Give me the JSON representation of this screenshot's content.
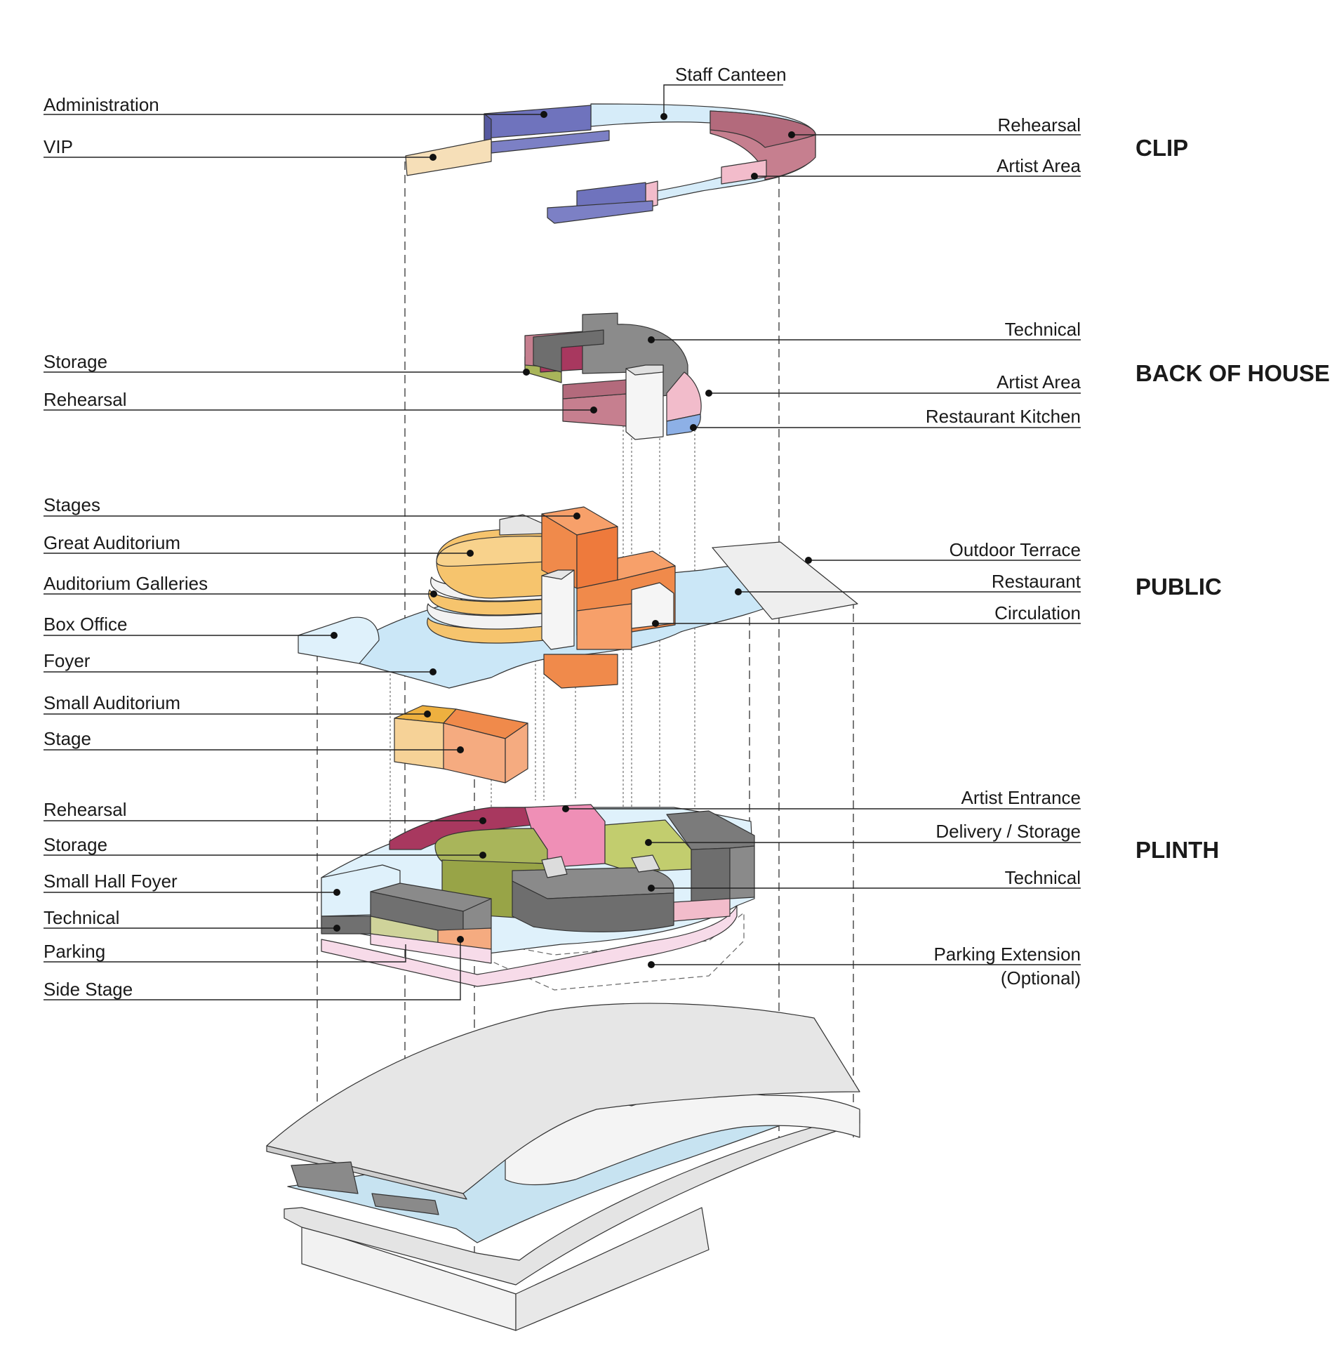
{
  "sections": {
    "clip": "CLIP",
    "back_of_house": "BACK OF HOUSE",
    "public": "PUBLIC",
    "plinth": "PLINTH"
  },
  "labels": {
    "clip": {
      "staff_canteen": "Staff Canteen",
      "administration": "Administration",
      "vip": "VIP",
      "rehearsal": "Rehearsal",
      "artist_area": "Artist Area"
    },
    "back_of_house": {
      "technical": "Technical",
      "storage": "Storage",
      "rehearsal": "Rehearsal",
      "artist_area": "Artist Area",
      "restaurant_kitchen": "Restaurant Kitchen"
    },
    "public": {
      "stages": "Stages",
      "great_auditorium": "Great Auditorium",
      "auditorium_galleries": "Auditorium Galleries",
      "box_office": "Box Office",
      "foyer": "Foyer",
      "small_auditorium": "Small Auditorium",
      "stage": "Stage",
      "outdoor_terrace": "Outdoor Terrace",
      "restaurant": "Restaurant",
      "circulation": "Circulation"
    },
    "plinth": {
      "rehearsal": "Rehearsal",
      "storage": "Storage",
      "small_hall_foyer": "Small Hall Foyer",
      "technical_left": "Technical",
      "parking": "Parking",
      "side_stage": "Side Stage",
      "artist_entrance": "Artist Entrance",
      "delivery_storage": "Delivery / Storage",
      "technical_right": "Technical",
      "parking_extension": "Parking Extension",
      "parking_extension_note": "(Optional)"
    }
  },
  "colors": {
    "administration": "#6b6fb8",
    "vip": "#f6dfb8",
    "circulation": "#d4ebf8",
    "rehearsal": "#c67f8f",
    "artist_area": "#f2bccb",
    "technical": "#8a8a8a",
    "storage": "#a9b55a",
    "great_auditorium": "#f6c46d",
    "stage": "#f08a4b",
    "foyer": "#cbe7f7",
    "outdoor_terrace": "#eeeeee",
    "parking": "#f7dbe9",
    "restaurant_kitchen": "#8db0e6",
    "artist_entrance": "#ef8fb6",
    "shell": "#e6e6e6"
  }
}
